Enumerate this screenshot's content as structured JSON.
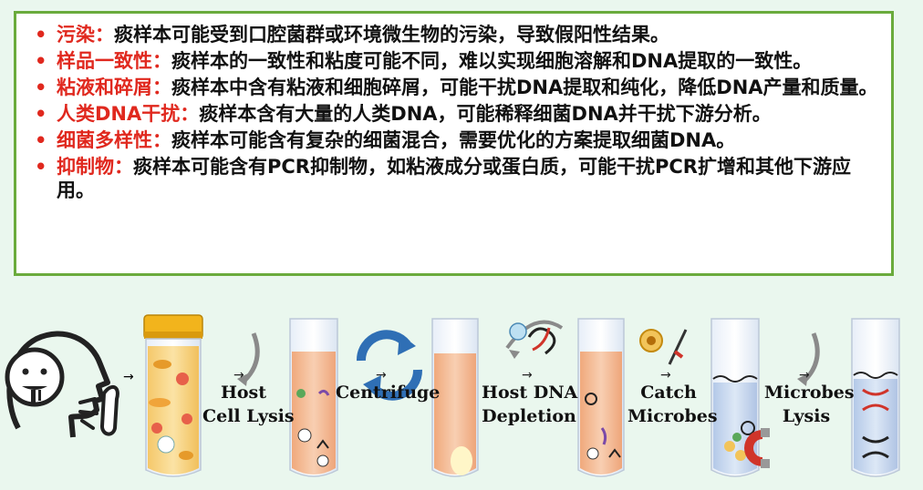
{
  "challenges": [
    {
      "term": "污染：",
      "text": "痰样本可能受到口腔菌群或环境微生物的污染，导致假阳性结果。"
    },
    {
      "term": "样品一致性：",
      "text": "痰样本的一致性和粘度可能不同，难以实现细胞溶解和DNA提取的一致性。"
    },
    {
      "term": "粘液和碎屑：",
      "text": "痰样本中含有粘液和细胞碎屑，可能干扰DNA提取和纯化，降低DNA产量和质量。"
    },
    {
      "term": "人类DNA干扰：",
      "text": "痰样本含有大量的人类DNA，可能稀释细菌DNA并干扰下游分析。"
    },
    {
      "term": "细菌多样性：",
      "text": "痰样本可能含有复杂的细菌混合，需要优化的方案提取细菌DNA。"
    },
    {
      "term": "抑制物：",
      "text": "痰样本可能含有PCR抑制物，如粘液成分或蛋白质，可能干扰PCR扩增和其他下游应用。"
    }
  ],
  "bullet": "•",
  "steps": {
    "host_lysis": [
      "Host",
      "Cell Lysis"
    ],
    "centrifuge": [
      "Centrifuge"
    ],
    "depletion": [
      "Host DNA",
      "Depletion"
    ],
    "catch": [
      "Catch",
      "Microbes"
    ],
    "microbes_lysis": [
      "Microbes",
      "Lysis"
    ]
  },
  "arrow_glyph": "→",
  "colors": {
    "accent_red": "#e0281e",
    "box_border": "#6aab3c",
    "background": "#eaf7ee",
    "tube_liquid": "#f4bf9a",
    "tube_liquid_blue": "#c6d8ef",
    "cap_yellow": "#f2b41c",
    "recycle_blue": "#2f6fb5"
  }
}
